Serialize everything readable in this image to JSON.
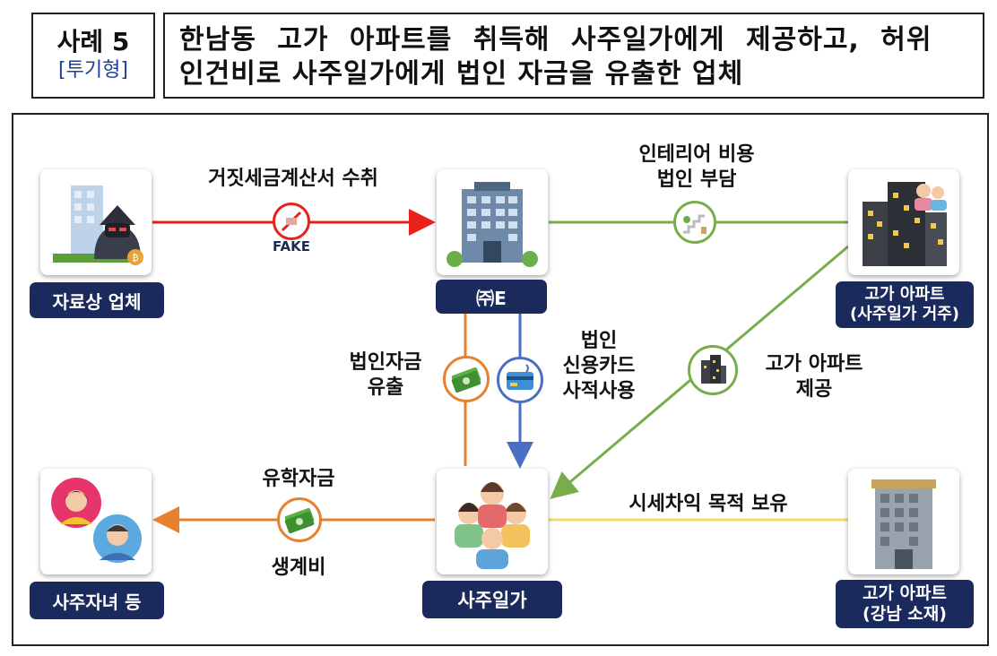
{
  "header": {
    "case_title": "사례 5",
    "case_type": "[투기형]",
    "line1": "한남동 고가 아파트를 취득해 사주일가에게 제공하고, 허위",
    "line2": "인건비로 사주일가에게 법인 자금을 유출한 업체"
  },
  "nodes": {
    "broker": "자료상 업체",
    "company": "㈜E",
    "luxury_apt_line1": "고가 아파트",
    "luxury_apt_line2": "(사주일가 거주)",
    "family": "사주일가",
    "children": "사주자녀 등",
    "gangnam_apt_line1": "고가 아파트",
    "gangnam_apt_line2": "(강남 소재)"
  },
  "edges": {
    "fake_invoice": "거짓세금계산서 수취",
    "fake_stamp": "FAKE",
    "interior_line1": "인테리어 비용",
    "interior_line2": "법인 부담",
    "funds_out_line1": "법인자금",
    "funds_out_line2": "유출",
    "card_line1": "법인",
    "card_line2": "신용카드",
    "card_line3": "사적사용",
    "apt_provided_line1": "고가 아파트",
    "apt_provided_line2": "제공",
    "study_funds": "유학자금",
    "living_costs": "생계비",
    "hold_for_gain": "시세차익 목적 보유"
  },
  "colors": {
    "red": "#e8221b",
    "green": "#79ad4b",
    "orange": "#e7812e",
    "blue": "#4a6fc2",
    "yellow": "#f3d86a",
    "navy": "#1b2a5c"
  },
  "icons": [
    "hacker-icon",
    "office-building-icon",
    "apartment-tower-icon",
    "family-group-icon",
    "children-icon",
    "gangnam-building-icon",
    "no-sign-icon",
    "interior-stairs-icon",
    "money-icon",
    "credit-card-icon",
    "mini-building-icon"
  ]
}
